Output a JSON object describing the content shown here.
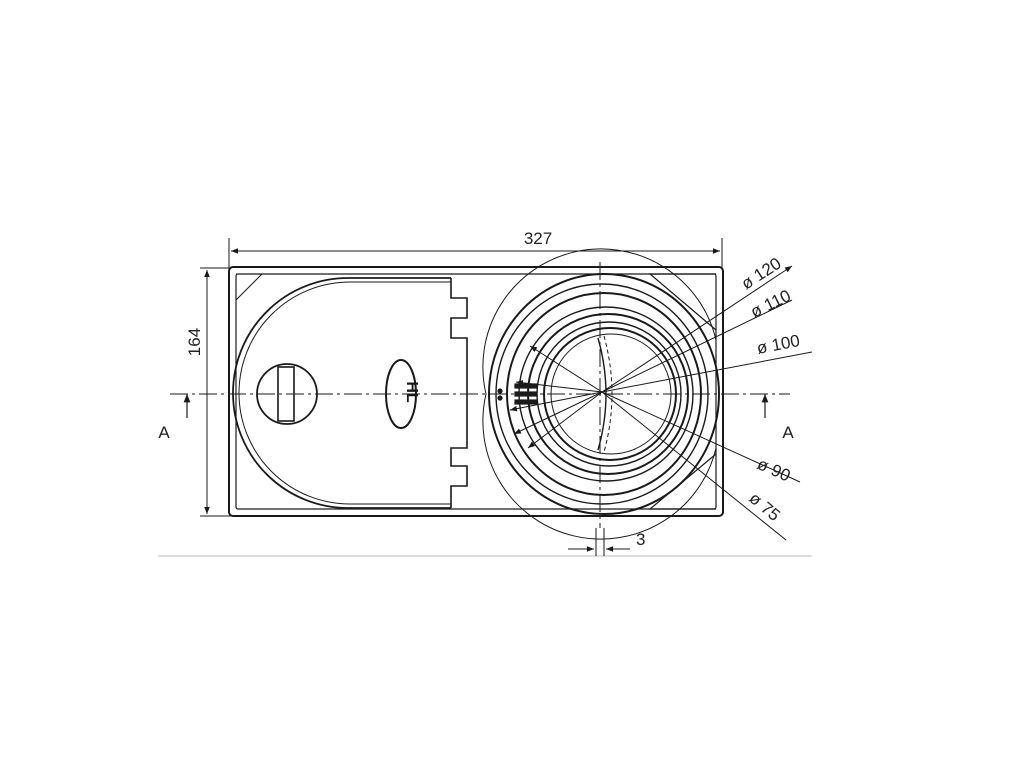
{
  "dimensions": {
    "overall_width": "327",
    "overall_height": "164",
    "offset": "3"
  },
  "section": {
    "left_label": "A",
    "right_label": "A"
  },
  "diameters": [
    {
      "label": "ø 120"
    },
    {
      "label": "ø 110"
    },
    {
      "label": "ø 100"
    },
    {
      "label": "ø 90"
    },
    {
      "label": "ø 75"
    }
  ],
  "logo_text": "HL"
}
